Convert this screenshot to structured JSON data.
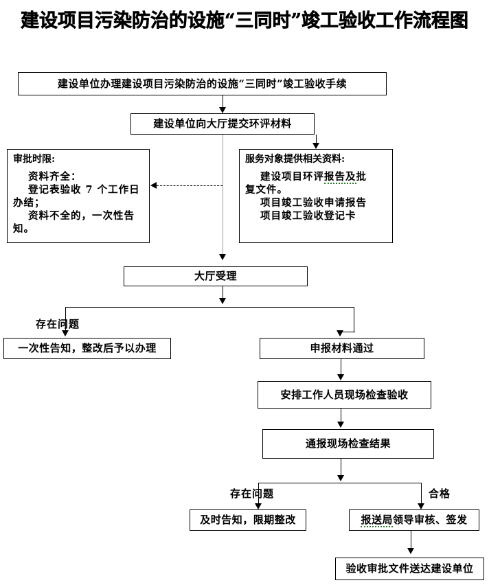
{
  "document": {
    "title": "建设项目污染防治的设施“三同时”竣工验收工作流程图"
  },
  "nodes": {
    "start": "建设单位办理建设项目污染防治的设施“三同时”竣工验收手续",
    "submit": "建设单位向大厅提交环评材料",
    "time_limit": {
      "header": "审批时限:",
      "line1": "资料齐全：",
      "line2": "登记表验收 7 个工作日",
      "line3": "办结；",
      "line4": "资料不全的，一次性告",
      "line5": "知。"
    },
    "materials": {
      "header": "服务对象提供相关资料:",
      "line1": "建设项目环评报告及批",
      "line1_underlined": "报告及",
      "line2": "复文件。",
      "line3": "项目竣工验收申请报告",
      "line4": "项目竣工验收登记卡"
    },
    "accept": "大厅受理",
    "notify_once": "一次性告知，整改后予以办理",
    "materials_pass": "申报材料通过",
    "site_check": "安排工作人员现场检查验收",
    "report_result": "通报现场检查结果",
    "timely_notify": "及时告知，限期整改",
    "submit_leader": "报送局领导审核、签发",
    "submit_leader_underlined": "报送局",
    "deliver_doc": "验收审批文件送达建设单位"
  },
  "edge_labels": {
    "problem_upper": "存在问题",
    "problem_lower": "存在问题",
    "qualified": "合格"
  },
  "colors": {
    "line": "#000000",
    "box_border": "#000000",
    "text": "#000000",
    "background": "#ffffff",
    "spellcheck_underline": "#2a7a2a",
    "gray_line": "#9a9a9a"
  }
}
